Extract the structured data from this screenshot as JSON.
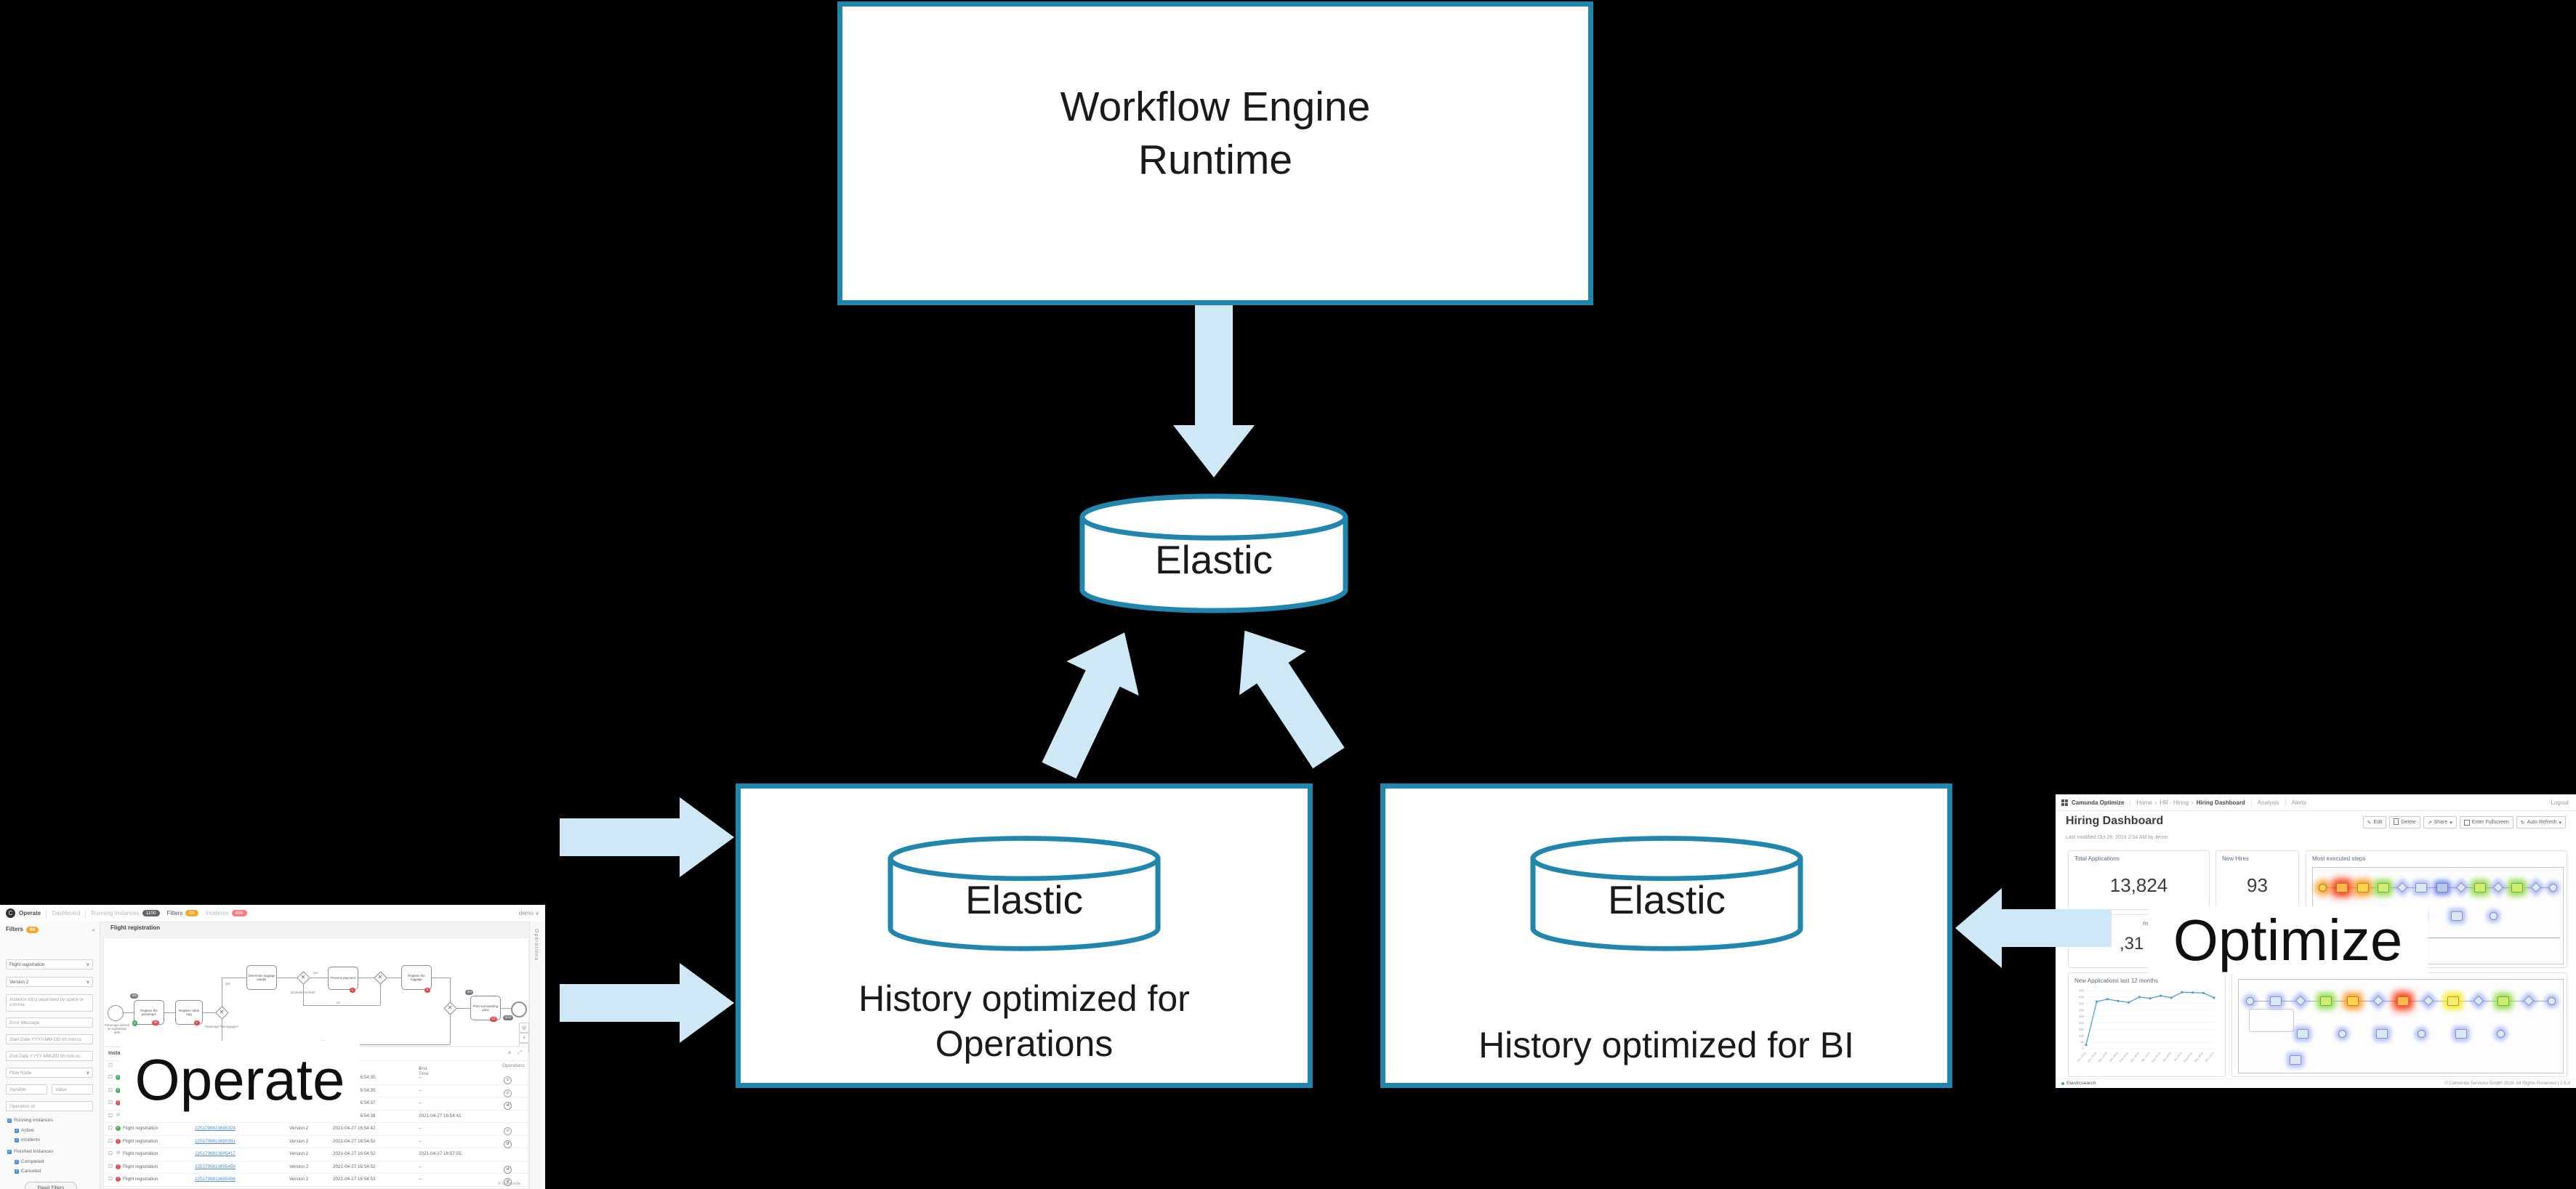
{
  "diagram": {
    "workflow_line1": "Workflow Engine",
    "workflow_line2": "Runtime",
    "elastic_label": "Elastic",
    "ops_caption_line1": "History optimized for",
    "ops_caption_line2": "Operations",
    "bi_caption": "History optimized for BI",
    "operate_caption": "Operate",
    "optimize_caption": "Optimize",
    "colors": {
      "border_blue": "#2086ad",
      "arrow_blue": "#cfe8f5",
      "background": "#000000"
    }
  },
  "operate_app": {
    "nav": {
      "brand": "Operate",
      "dashboard": "Dashboard",
      "running_instances": "Running Instances",
      "running_count": "1100",
      "filters": "Filters",
      "filters_count": "86",
      "incidents": "Incidents",
      "incidents_count": "886",
      "user": "demo",
      "user_caret": "∨"
    },
    "filters_panel": {
      "title": "Filters",
      "badge": "86",
      "collapse_icon": "«",
      "process_select": "Flight registration",
      "version_select": "Version 2",
      "instance_ids_placeholder": "Instance Id(s) separated by space or comma",
      "error_message_placeholder": "Error Message",
      "start_date_placeholder": "Start Date YYYY-MM-DD hh:mm:ss",
      "end_date_placeholder": "End Date YYYY-MM-DD hh:mm:ss",
      "flow_node_select": "Flow Node",
      "variable_placeholder": "Variable",
      "value_placeholder": "Value",
      "operation_id_placeholder": "Operation Id",
      "groups": [
        {
          "label": "Running Instances",
          "items": [
            "Active",
            "Incidents"
          ]
        },
        {
          "label": "Finished Instances",
          "items": [
            "Completed",
            "Canceled"
          ]
        }
      ],
      "reset_button": "Reset Filters"
    },
    "main": {
      "title": "Flight registration",
      "side_rail": "Operations",
      "footer": "© Camunda"
    },
    "bpmn": {
      "start_label": "Passenger arrived on registration desk",
      "tasks": [
        "Register the passenger",
        "Register cabin bag",
        "Determine luggage weight",
        "Process payment",
        "Register the luggage",
        "Print out boarding pass"
      ],
      "gateway1_label": "Passenger has luggage?",
      "gateway2_label": "Exceeds the limit?",
      "yes_label": "yes",
      "no_label": "no",
      "badges": {
        "passenger_called": "5",
        "passenger_active": "3",
        "passenger_incidents": "36",
        "cabin_incidents": "1",
        "payment_incidents": "1",
        "luggage_incidents": "5",
        "boarding_called": "4",
        "boarding_incidents": "13",
        "end_count": "10"
      }
    },
    "table": {
      "title": "Instances",
      "col_end_time": "End Time",
      "col_end_caret": "∨",
      "col_operations": "Operations",
      "rows": [
        {
          "state": "active",
          "name": "",
          "link": "",
          "version": "",
          "start": "2021-04-27 16:54:35",
          "end": "--",
          "ops": [
            "cancel"
          ]
        },
        {
          "state": "active",
          "name": "",
          "link": "",
          "version": "",
          "start": "2021-04-27 16:54:35",
          "end": "--",
          "ops": [
            "cancel"
          ]
        },
        {
          "state": "incident",
          "name": "",
          "link": "",
          "version": "",
          "start": "2021-04-27 16:54:37",
          "end": "--",
          "ops": [
            "retry",
            "cancel"
          ]
        },
        {
          "state": "canceled",
          "name": "",
          "link": "",
          "version": "",
          "start": "2021-04-27 16:54:38",
          "end": "2021-04-27 16:54:42",
          "ops": []
        },
        {
          "state": "active",
          "name": "Flight registration",
          "link": "2251799813695324",
          "version": "Version 2",
          "start": "2021-04-27 16:54:42",
          "end": "--",
          "ops": [
            "cancel"
          ]
        },
        {
          "state": "incident",
          "name": "Flight registration",
          "link": "2251799813695391",
          "version": "Version 2",
          "start": "2021-04-27 16:54:52",
          "end": "--",
          "ops": [
            "retry",
            "cancel"
          ]
        },
        {
          "state": "canceled",
          "name": "Flight registration",
          "link": "2251799813695417",
          "version": "Version 2",
          "start": "2021-04-27 16:54:52",
          "end": "2021-04-27 16:57:55",
          "ops": []
        },
        {
          "state": "incident",
          "name": "Flight registration",
          "link": "2251799813695456",
          "version": "Version 2",
          "start": "2021-04-27 16:54:52",
          "end": "--",
          "ops": [
            "retry",
            "cancel"
          ]
        },
        {
          "state": "incident",
          "name": "Flight registration",
          "link": "2251799813695496",
          "version": "Version 2",
          "start": "2021-04-27 16:54:53",
          "end": "--",
          "ops": [
            "retry",
            "cancel"
          ]
        }
      ]
    }
  },
  "optimize_app": {
    "nav": {
      "brand": "Camunda Optimize",
      "breadcrumb": [
        "Home",
        "HR - Hiring",
        "Hiring Dashboard"
      ],
      "crumb_sep": "›",
      "analysis": "Analysis",
      "alerts": "Alerts",
      "logout": "Logout"
    },
    "title": "Hiring Dashboard",
    "last_modified": "Last modified Oct 29, 2019 2:04 AM by demo",
    "buttons": {
      "edit": "Edit",
      "delete": "Delete",
      "share": "Share",
      "fullscreen": "Enter Fullscreen",
      "auto_refresh": "Auto Refresh",
      "caret": "▾"
    },
    "cards": {
      "total_applications": {
        "label": "Total Applications",
        "value": "13,824"
      },
      "new_hires": {
        "label": "New Hires",
        "value": "93"
      },
      "most_executed": {
        "label": "Most executed steps"
      },
      "positions": {
        "label_fragment": "ns '19",
        "value_fragment": ",31"
      },
      "new_applications": {
        "label": "New Applications last 12 months"
      }
    },
    "heatmap_top": {
      "main": [
        "circle:orange",
        "task:red",
        "task:orange",
        "task:green",
        "gw:blue",
        "task:blue",
        "task:navy",
        "gw:blue",
        "task:green",
        "gw:blue",
        "task:green",
        "gw:blue",
        "circle:blue"
      ],
      "sub": [
        "task:blue",
        "circle:blue",
        "task:blue",
        "circle:blue"
      ]
    },
    "heatmap_bottom": {
      "main": [
        "circle:blue",
        "task:blue",
        "gw:blue",
        "task:green",
        "task:orange",
        "gw:blue",
        "task:red",
        "gw:blue",
        "task:yellow",
        "gw:blue",
        "task:green",
        "gw:blue",
        "circle:blue"
      ],
      "sub": [
        "task:blue",
        "circle:blue",
        "task:blue",
        "circle:blue",
        "task:blue",
        "circle:blue"
      ],
      "sub2": [
        "task:blue"
      ]
    },
    "footer": {
      "left": "Elasticsearch",
      "right": "© Camunda Services GmbH 2019, All Rights Reserved | 2.6.0"
    }
  },
  "chart_data": {
    "type": "line",
    "title": "New Applications last 12 months",
    "x": [
      "Oct 2018",
      "Nov 2018",
      "Dec 2018",
      "Jan 2019",
      "Feb 2019",
      "Mar 2019",
      "Apr 2019",
      "May 2019",
      "Jun 2019",
      "Jul 2019",
      "Aug 2019",
      "Sep 2019",
      "Oct 2019"
    ],
    "values": [
      30,
      365,
      383,
      370,
      358,
      400,
      390,
      410,
      395,
      437,
      435,
      432,
      395
    ],
    "yticks": [
      450,
      400,
      350,
      300,
      250,
      200,
      150,
      100,
      50,
      0
    ],
    "ylim": [
      0,
      450
    ],
    "line_color": "#4da1cf",
    "grid": true,
    "legend": "none"
  }
}
